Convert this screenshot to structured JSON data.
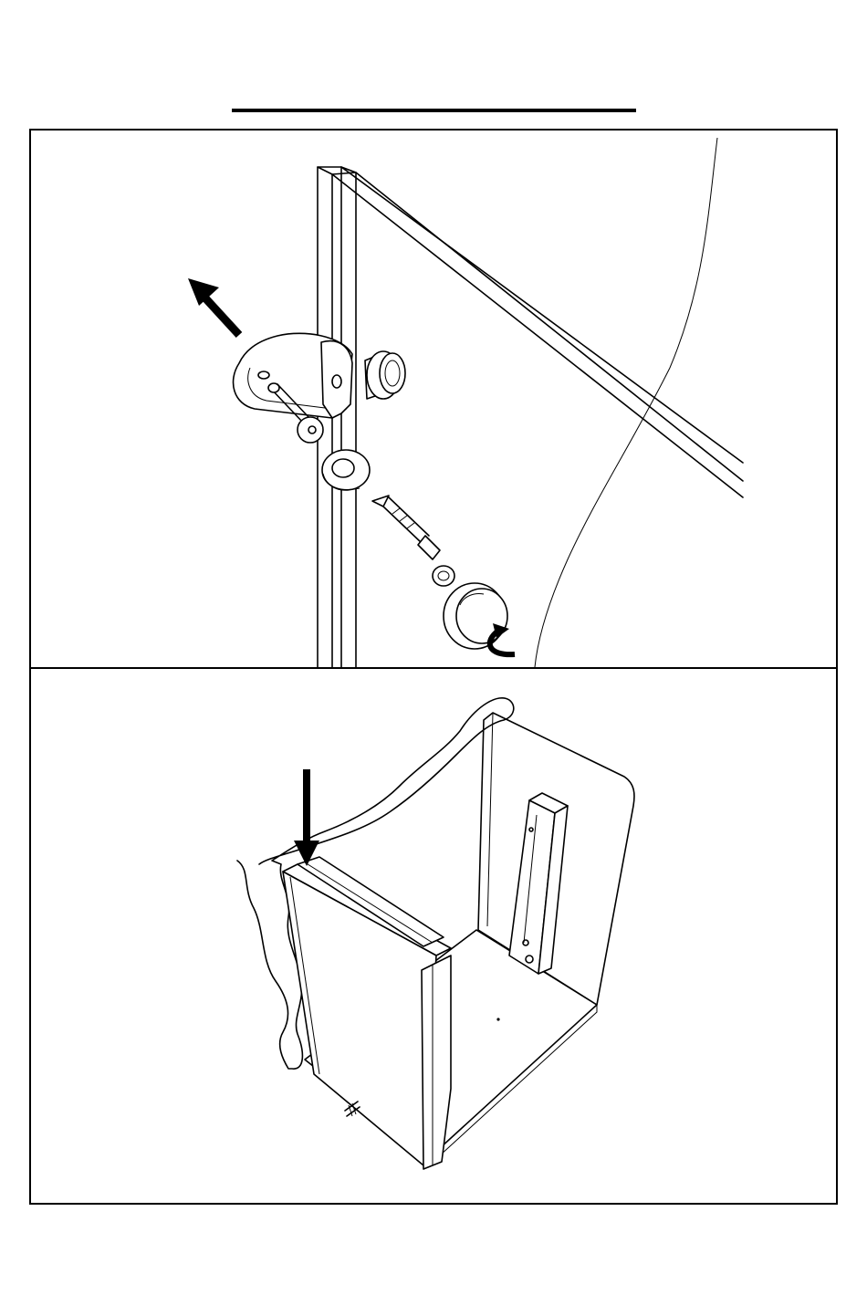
{
  "page": {
    "title_rule": true,
    "panels": [
      {
        "id": "step-hinge-cam",
        "parts": [
          "side-panel-edge",
          "hinge-bracket",
          "washer",
          "screw",
          "cam-knob",
          "wave-cutline"
        ],
        "arrows": [
          "pull-out-arrow",
          "rotate-arrow"
        ]
      },
      {
        "id": "step-insert-panel",
        "parts": [
          "cabinet-side",
          "back-panel",
          "bottom-panel",
          "vertical-rail",
          "sliding-board",
          "dowel"
        ],
        "arrows": [
          "insert-down-arrow"
        ]
      }
    ]
  },
  "colors": {
    "ink": "#000000",
    "paper": "#ffffff"
  }
}
